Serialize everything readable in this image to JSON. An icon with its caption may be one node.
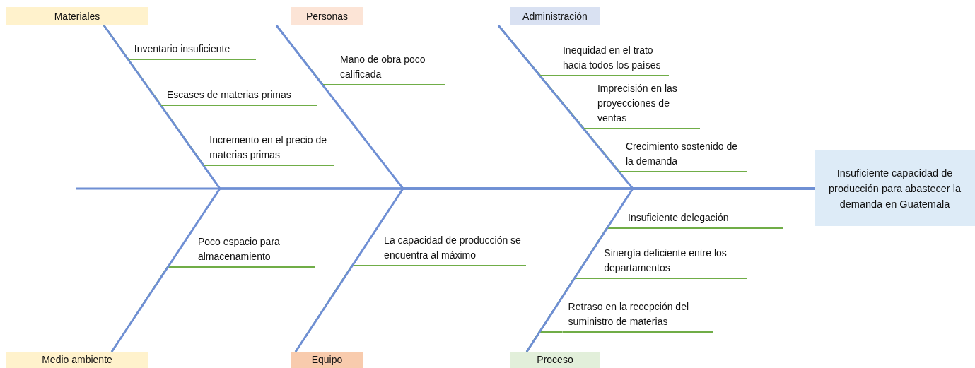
{
  "diagram": {
    "nodes": [
      {
        "text": [
          "Materiales"
        ]
      },
      {
        "text": [
          "Personas"
        ]
      },
      {
        "text": [
          "Administración"
        ]
      },
      {
        "text": [
          "Inventario insuficiente"
        ]
      },
      {
        "text": [
          "Mano de obra poco calificada"
        ]
      },
      {
        "text": [
          "Inequidad en el trato hacia todos los países"
        ]
      },
      {
        "text": [
          "Escases de materias primas"
        ]
      },
      {
        "text": [
          "Imprecisión en las proyecciones de ventas"
        ]
      },
      {
        "text": [
          "Incremento en el precio de materias primas"
        ]
      },
      {
        "text": [
          "Crecimiento sostenido de la demanda"
        ]
      },
      {
        "text": [
          "Insuficiente capacidad de producción para abastecer la demanda en Guatemala"
        ]
      },
      {
        "text": [
          "Insuficiente delegación"
        ]
      },
      {
        "text": [
          "Poco espacio para almacenamiento"
        ]
      },
      {
        "text": [
          "La capacidad de producción se encuentra al máximo"
        ]
      },
      {
        "text": [
          "Sinergía deficiente entre los departamentos"
        ]
      },
      {
        "text": [
          "Retraso en la recepción del suministro de materias"
        ]
      },
      {
        "text": [
          "Medio ambiente"
        ]
      },
      {
        "text": [
          "Equipo"
        ]
      },
      {
        "text": [
          "Proceso"
        ]
      }
    ],
    "edges": [
      {
        "from": 3,
        "to": 0,
        "arrow": "none"
      },
      {
        "from": 4,
        "to": 1,
        "arrow": "none"
      },
      {
        "from": 5,
        "to": 2,
        "arrow": "none"
      },
      {
        "from": 6,
        "to": 0,
        "arrow": "none"
      },
      {
        "from": 7,
        "to": 2,
        "arrow": "none"
      },
      {
        "from": 8,
        "to": 0,
        "arrow": "none"
      },
      {
        "from": 9,
        "to": 2,
        "arrow": "none"
      },
      {
        "from": 11,
        "to": 18,
        "arrow": "none"
      },
      {
        "from": 12,
        "to": 16,
        "arrow": "none"
      },
      {
        "from": 13,
        "to": 17,
        "arrow": "none"
      },
      {
        "from": 14,
        "to": 18,
        "arrow": "none"
      },
      {
        "from": 15,
        "to": 18,
        "arrow": "none"
      },
      {
        "from": 0,
        "to": 10,
        "arrow": "none",
        "color": "#6f8fd4"
      },
      {
        "from": 1,
        "to": 10,
        "arrow": "none",
        "color": "#6f8fd4"
      },
      {
        "from": 2,
        "to": 10,
        "arrow": "none",
        "color": "#6f8fd4"
      },
      {
        "from": 16,
        "to": 10,
        "arrow": "none",
        "color": "#6f8fd4"
      },
      {
        "from": 17,
        "to": 10,
        "arrow": "none",
        "color": "#6f8fd4"
      },
      {
        "from": 18,
        "to": 10,
        "arrow": "none",
        "color": "#6f8fd4"
      }
    ]
  }
}
